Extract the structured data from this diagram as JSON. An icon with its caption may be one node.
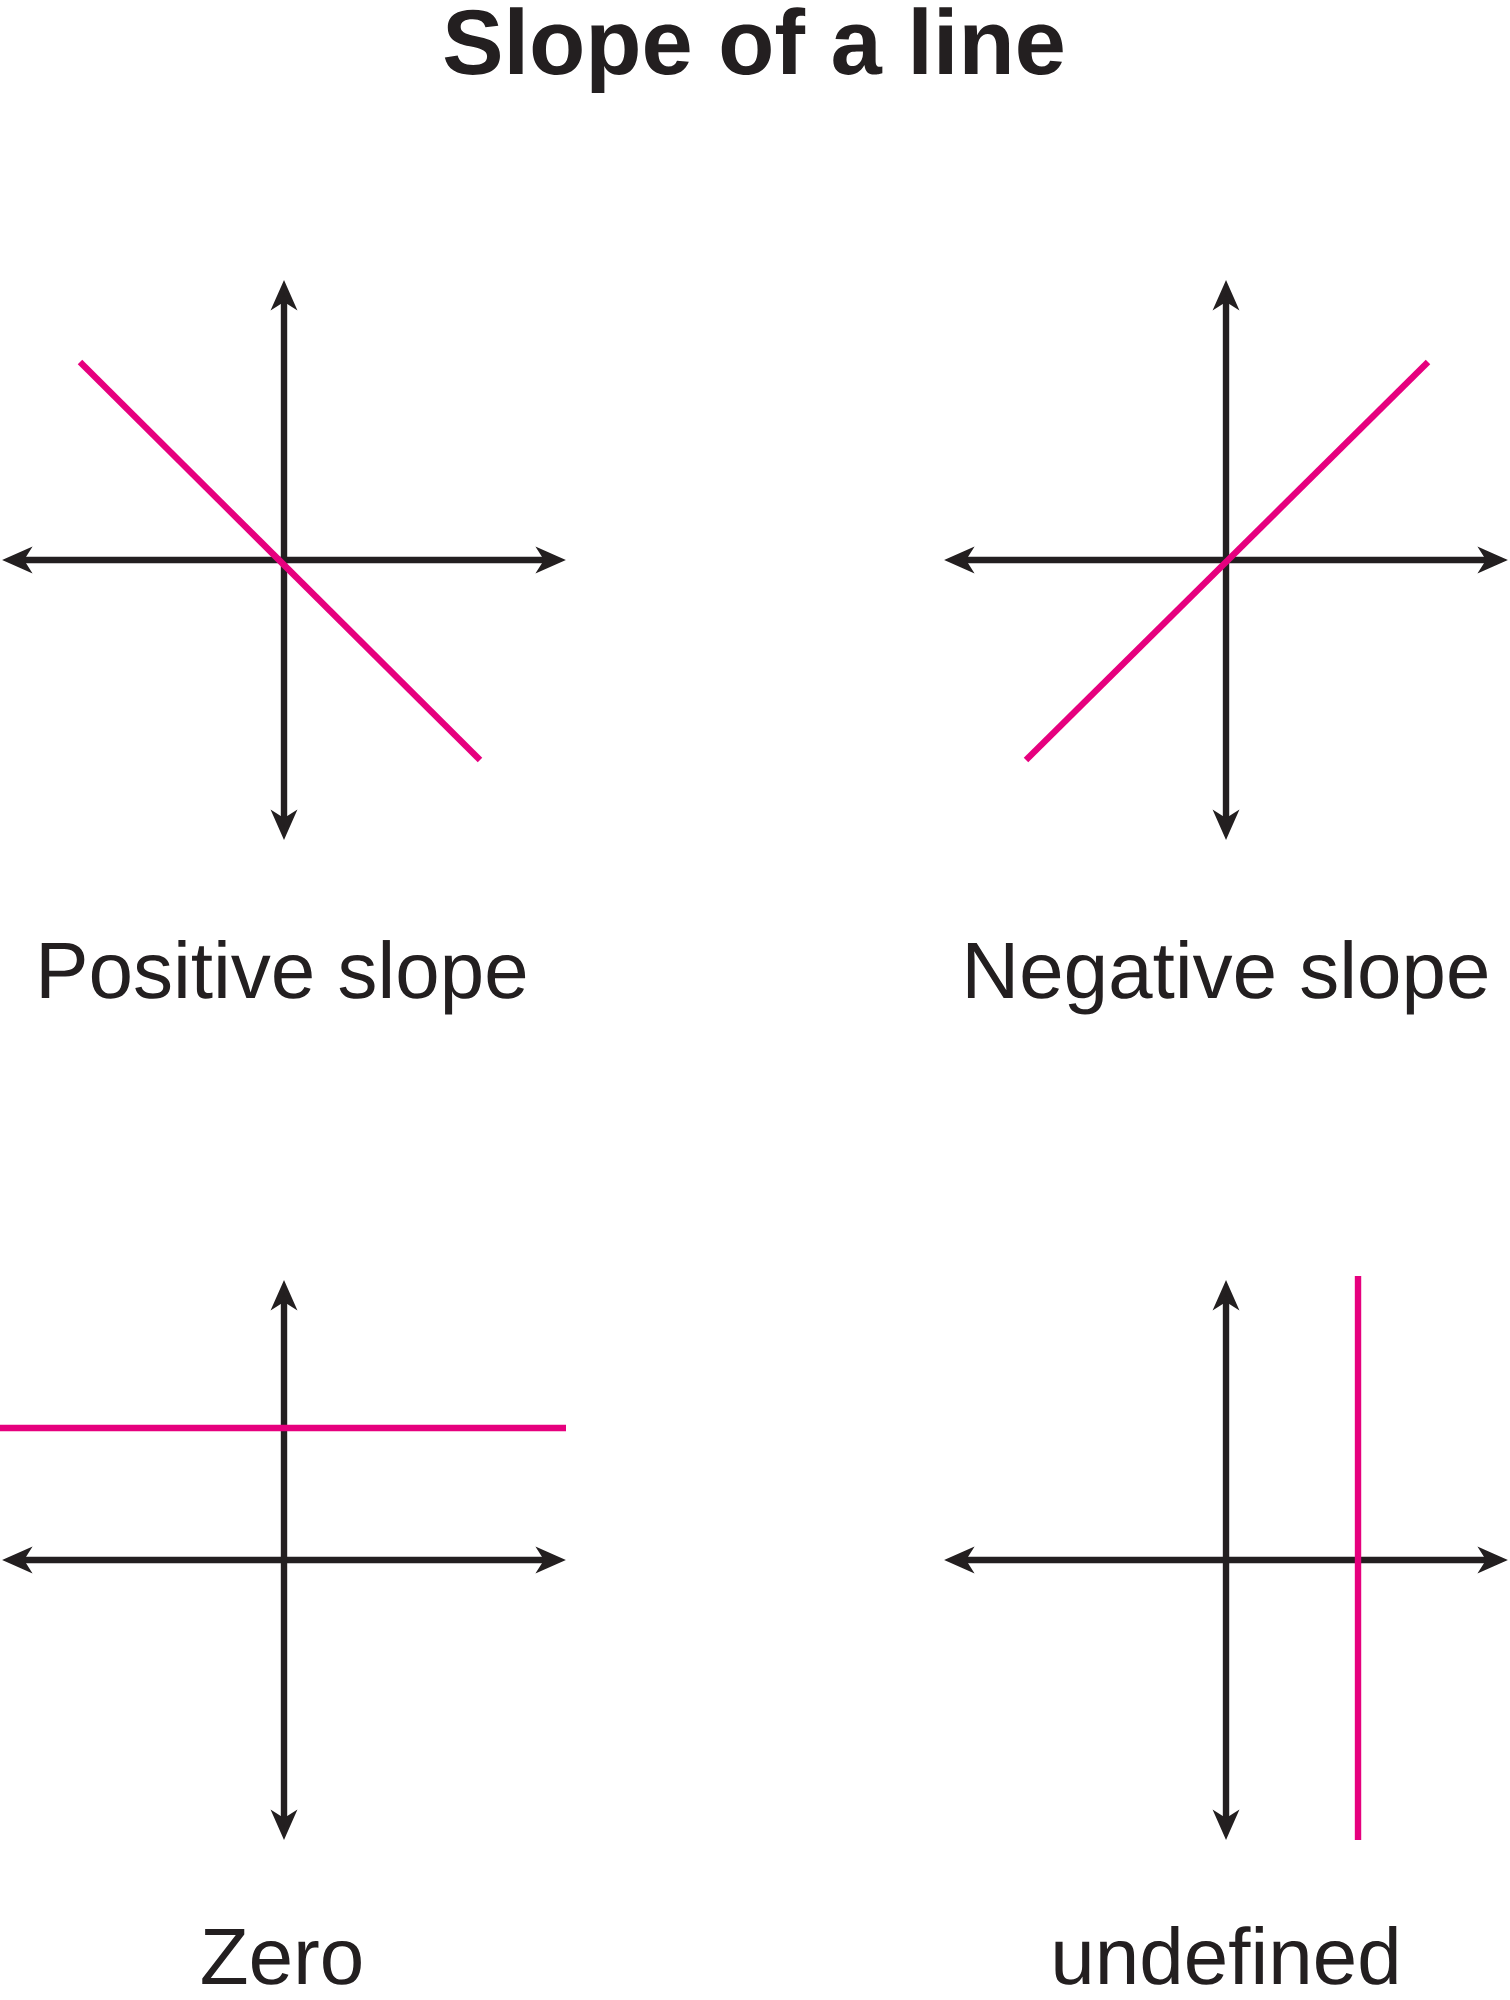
{
  "diagram": {
    "title": "Slope of a line",
    "labels": [
      "Positive slope",
      "Negative slope",
      "Zero",
      "undefined"
    ]
  }
}
